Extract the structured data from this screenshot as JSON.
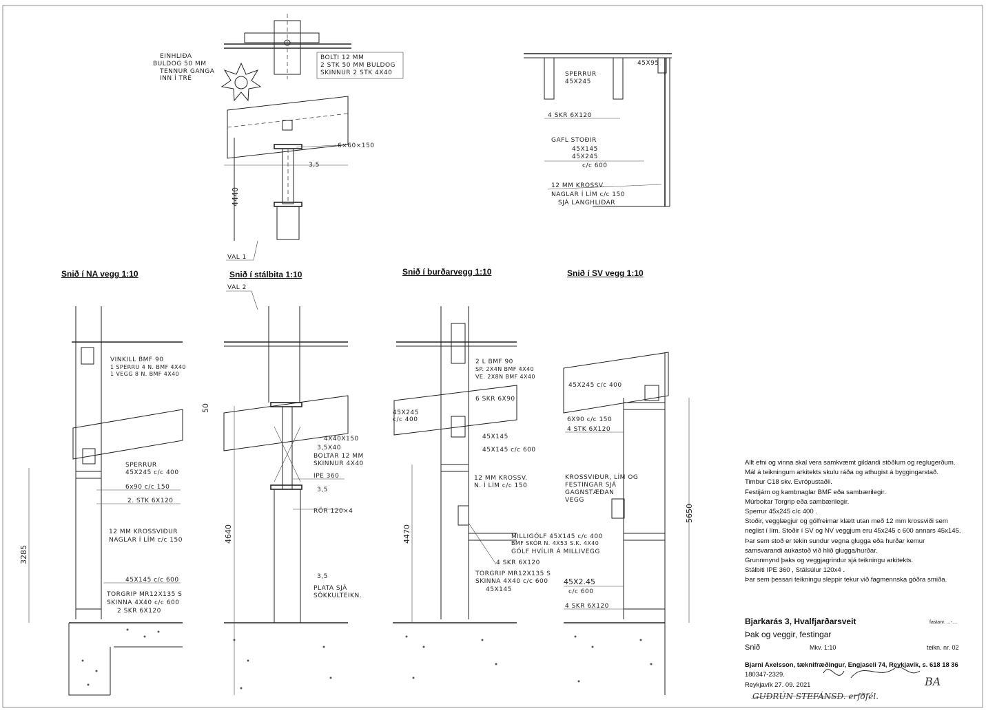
{
  "sections": [
    {
      "title": "Snið í NA vegg  1:10"
    },
    {
      "title": "Snið í stálbita  1:10"
    },
    {
      "title": "Snið í burðarvegg  1:10"
    },
    {
      "title": "Snið í SV vegg  1:10"
    }
  ],
  "val_labels": [
    "VAL 1",
    "VAL 2"
  ],
  "detail_top": {
    "bulldog": [
      "EINHLIÐA",
      "BULDOG  50 MM",
      "TENNUR GANGA",
      "INN Í TRÉ"
    ],
    "bolt": [
      "BOLTI  12 MM",
      "2 STK  50 MM BULDOG",
      "SKINNUR 2 STK 4X40"
    ],
    "plate": "6×60×150",
    "weld": "3,5",
    "dim": "4440"
  },
  "detail_right": {
    "rafters": [
      "SPERRUR",
      "45X245"
    ],
    "rafter_label": "45X95",
    "screws": "4 SKR  6X120",
    "gable": [
      "GAFL STOÐIR",
      "45X145",
      "45X245",
      "c/c 600"
    ],
    "plywood": [
      "12 MM KROSSV.",
      "NAGLAR Í LÍM c/c 150",
      "SJÁ LANGHLIÐAR"
    ]
  },
  "na_wall": {
    "angle": [
      "VINKILL BMF 90",
      "1 SPERRU 4 N. BMF 4X40",
      "1 VEGG  8 N. BMF 4X40"
    ],
    "rafters": [
      "SPERRUR",
      "45X245 c/c 400"
    ],
    "boards": "6x90 c/c 150",
    "screws": "2. STK 6X120",
    "plywood": [
      "12 MM KROSSVIÐUR",
      "NAGLAR Í LÍM c/c 150"
    ],
    "studs": "45X145 c/c 600",
    "anchor": [
      "TORGRIP MR12X135 S",
      "SKINNA 4X40 c/c 600",
      "2 SKR 6X120"
    ],
    "dim": "3285"
  },
  "steel_beam": {
    "dim_small": "50",
    "plate": "4X40X150",
    "weld": "3,5X40",
    "bolt": [
      "BOLTAR 12 MM",
      "SKINNUR 4X40"
    ],
    "beam": "IPE 360",
    "weld2": "3,5",
    "column": "RÖR 120×4",
    "weld3": "3,5",
    "baseplate": [
      "PLATA SJÁ",
      "SÖKKULTEIKN."
    ],
    "dim": "4640"
  },
  "bearing_wall": {
    "angle": [
      "2 L BMF 90",
      "SP.  2X4N BMF 4X40",
      "VE.  2X8N BMF 4X40"
    ],
    "screws": "6 SKR 6X90",
    "rafters": [
      "45X245",
      "c/c 400"
    ],
    "studs1": "45X145",
    "studs2": "45X145 c/c 600",
    "plywood": [
      "12 MM KROSSV.",
      "N. Í LÍM c/c 150"
    ],
    "floor": [
      "MILLIGÓLF  45X145 c/c 400",
      "BMF SKÓR  N. 4X53 S.K. 4X40",
      "GÓLF HVÍLIR Á MILLIVEGG"
    ],
    "floor_screws": "4 SKR 6X120",
    "anchor": [
      "TORGRIP MR12X135 S",
      "SKINNA 4X40 c/c 600",
      "45X145"
    ],
    "dim": "4470"
  },
  "sv_wall": {
    "rafters": "45X245 c/c 400",
    "boards": "6X90 c/c 150",
    "screws": "4 STK 6X120",
    "plywood": [
      "KROSSVIÐUR, LÍM  OG",
      "FESTINGAR  SJÁ",
      "GAGNSTÆÐAN",
      "VEGG"
    ],
    "studs": [
      "45X2.45",
      "c/c 600"
    ],
    "screws2": "4 SKR 6X120",
    "dim": "5650"
  },
  "notes": [
    "Allt efni og vinna skal vera samkvæmt gildandi stöðlum og reglugerðum.",
    "Mál á teikningum arkitekts skulu ráða og athugist á byggingarstað.",
    "Timbur C18 skv. Evrópustaðli.",
    "Festijárn og kambnaglar BMF eða sambærilegir.",
    "Múrboltar Torgrip eða sambærilegir.",
    "Sperrur 45x245 c/c 400 .",
    "Stoðir, vegglægjur og gólfreimar klætt utan með 12 mm krossviði sem",
    "neglist í lím. Stoðir í SV og NV veggjum eru 45x245 c 600 annars 45x145.",
    "Þar sem stoð er tekin sundur vegna glugga eða hurðar kemur",
    "samsvarandi aukastoð við hlið glugga/hurðar.",
    "Grunnmynd þaks og veggjagrindur sjá teikningu arkitekts.",
    "Stálbiti  IPE 360 ,  Stálsúlur  120x4 .",
    "Þar sem þessari teikningu sleppir tekur við fagmennska góðra smiða."
  ],
  "titleblock": {
    "project": "Bjarkarás 3, Hvalfjarðarsveit",
    "fastanr": "fastanr.  ...-....",
    "title": "Þak og veggir, festingar",
    "view": "Snið",
    "scale": "Mkv.  1:10",
    "sheet": "teikn. nr. 02",
    "designer": "Bjarni Axelsson, tæknifræðingur,  Engjaseli 74,  Reykjavík,  s. 618 18 36",
    "kennitala": "180347-2329.",
    "date": "Reykjavík 27. 09. 2021"
  }
}
